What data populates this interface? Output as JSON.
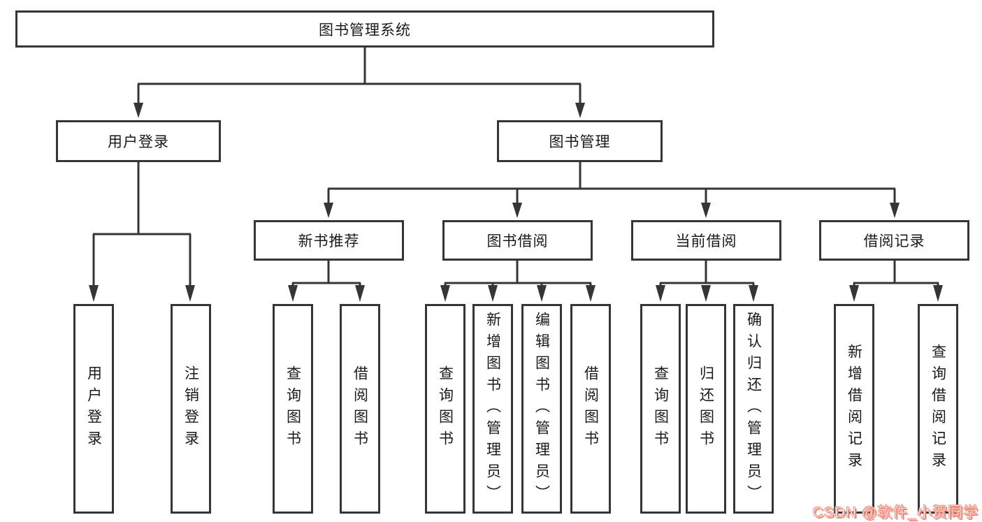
{
  "diagram": {
    "root": {
      "label": "图书管理系统"
    },
    "level2": [
      {
        "label": "用户登录"
      },
      {
        "label": "图书管理"
      }
    ],
    "level3": [
      {
        "label": "新书推荐"
      },
      {
        "label": "图书借阅"
      },
      {
        "label": "当前借阅"
      },
      {
        "label": "借阅记录"
      }
    ],
    "leaves": {
      "user_login": [
        "用户登录",
        "注销登录"
      ],
      "new_books": [
        "查询图书",
        "借阅图书"
      ],
      "book_borrow": [
        "查询图书",
        "新增图书（管理员）",
        "编辑图书（管理员）",
        "借阅图书"
      ],
      "current_borrow": [
        "查询图书",
        "归还图书",
        "确认归还（管理员）"
      ],
      "borrow_records": [
        "新增借阅记录",
        "查询借阅记录"
      ]
    },
    "colors": {
      "line": "#333639",
      "text": "#1a1a1a",
      "watermark_accent": "#ec8172",
      "background": "#ffffff"
    },
    "watermark": "CSDN @软件_小贺同学"
  }
}
